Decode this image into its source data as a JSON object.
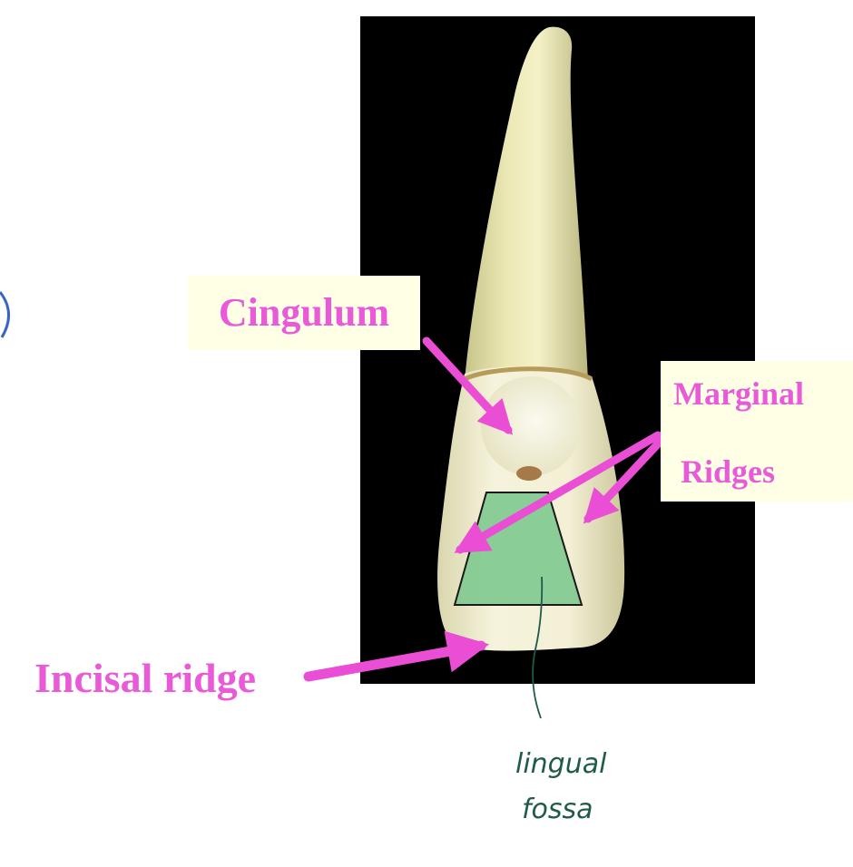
{
  "labels": {
    "cingulum": "Cingulum",
    "marginal_line1": "Marginal",
    "marginal_line2": "Ridges",
    "incisal_ridge": "Incisal ridge",
    "handwritten_line1": "lingual",
    "handwritten_line2": "fossa"
  },
  "colors": {
    "label_text": "#e85ad8",
    "arrow": "#e94ed4",
    "label_background": "#ffffe6",
    "photo_background": "#000000",
    "fossa_fill": "#7fc98f",
    "handwriting_ink": "#1f5a4a",
    "edge_circle": "#3a63c8"
  }
}
